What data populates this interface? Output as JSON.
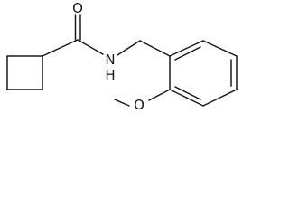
{
  "molecule": {
    "atoms": {
      "carbonyl_oxygen": "O",
      "amide_nitrogen": "N",
      "amide_hydrogen": "H",
      "ether_oxygen": "O"
    },
    "colors": {
      "bond": "#1a1a1a",
      "background": "#ffffff"
    }
  }
}
